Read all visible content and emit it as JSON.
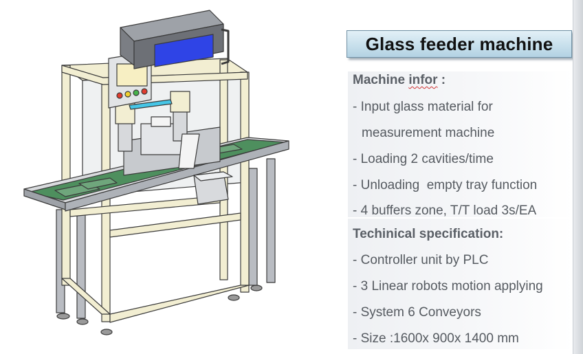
{
  "title": "Glass feeder machine",
  "machine_info": {
    "heading_prefix": "Machine ",
    "heading_misspelled": "infor",
    "heading_suffix": " :",
    "items": [
      "- Input glass material for",
      "measurement machine",
      "- Loading 2 cavities/time",
      "- Unloading  empty tray function",
      "- 4 buffers zone, T/T load 3s/EA"
    ]
  },
  "tech_spec": {
    "heading": "Techinical specification:",
    "items": [
      "- Controller unit by PLC",
      "- 3 Linear robots motion applying",
      "- System 6 Conveyors",
      "- Size :1600x 900x 1400 mm"
    ]
  },
  "illustration": {
    "icon": "machine-drawing-icon",
    "colors": {
      "frame": "#f2eed2",
      "outline": "#3a3a3a",
      "conveyor_belt": "#4e8f5e",
      "screen": "#f7efc3",
      "control_box": "#7b7e84",
      "blue_panel": "#2f44e6"
    }
  }
}
